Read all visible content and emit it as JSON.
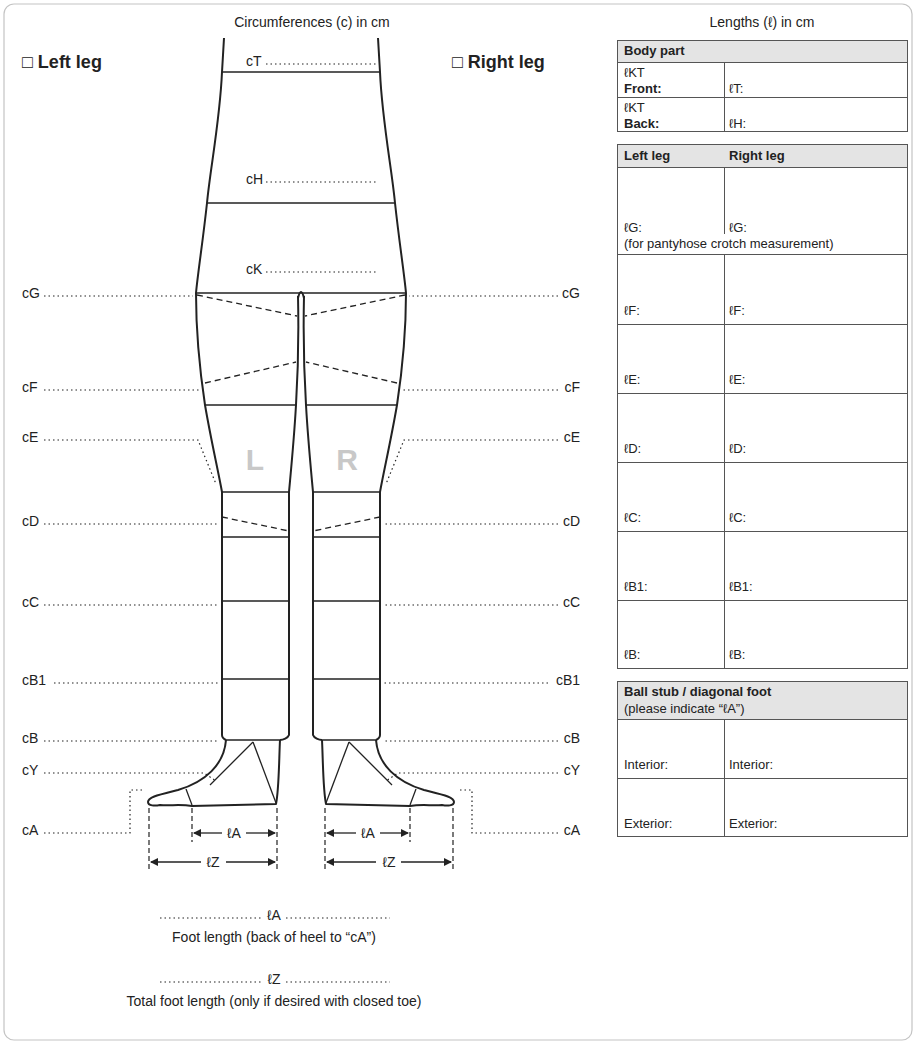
{
  "diagram": {
    "labels": [
      "Circumferences (c) in cm",
      "Lengths (ℓ) in cm",
      "□ Left leg",
      "□ Right leg",
      "cT",
      "cH",
      "cK",
      "cG",
      "cG",
      "cF",
      "cF",
      "cE",
      "cE",
      "cD",
      "cD",
      "cC",
      "cC",
      "cB1",
      "cB1",
      "cB",
      "cB",
      "cY",
      "cY",
      "cA",
      "cA",
      "L",
      "R",
      "ℓA",
      "ℓZ",
      "ℓA",
      "ℓZ",
      "ℓA",
      "Foot length (back of heel to “cA”)",
      "ℓZ",
      "Total foot length (only if desired with closed toe)",
      "Body part",
      "ℓKT",
      "Front:",
      "ℓT:",
      "ℓKT",
      "Back:",
      "ℓH:",
      "Left leg",
      "Right leg",
      "ℓG:",
      "ℓG:",
      "(for pantyhose crotch measurement)",
      "ℓF:",
      "ℓF:",
      "ℓE:",
      "ℓE:",
      "ℓD:",
      "ℓD:",
      "ℓC:",
      "ℓC:",
      "ℓB1:",
      "ℓB1:",
      "ℓB:",
      "ℓB:",
      "Ball stub / diagonal foot",
      "(please indicate “ℓA”)",
      "Interior:",
      "Interior:",
      "Exterior:",
      "Exterior:"
    ]
  }
}
